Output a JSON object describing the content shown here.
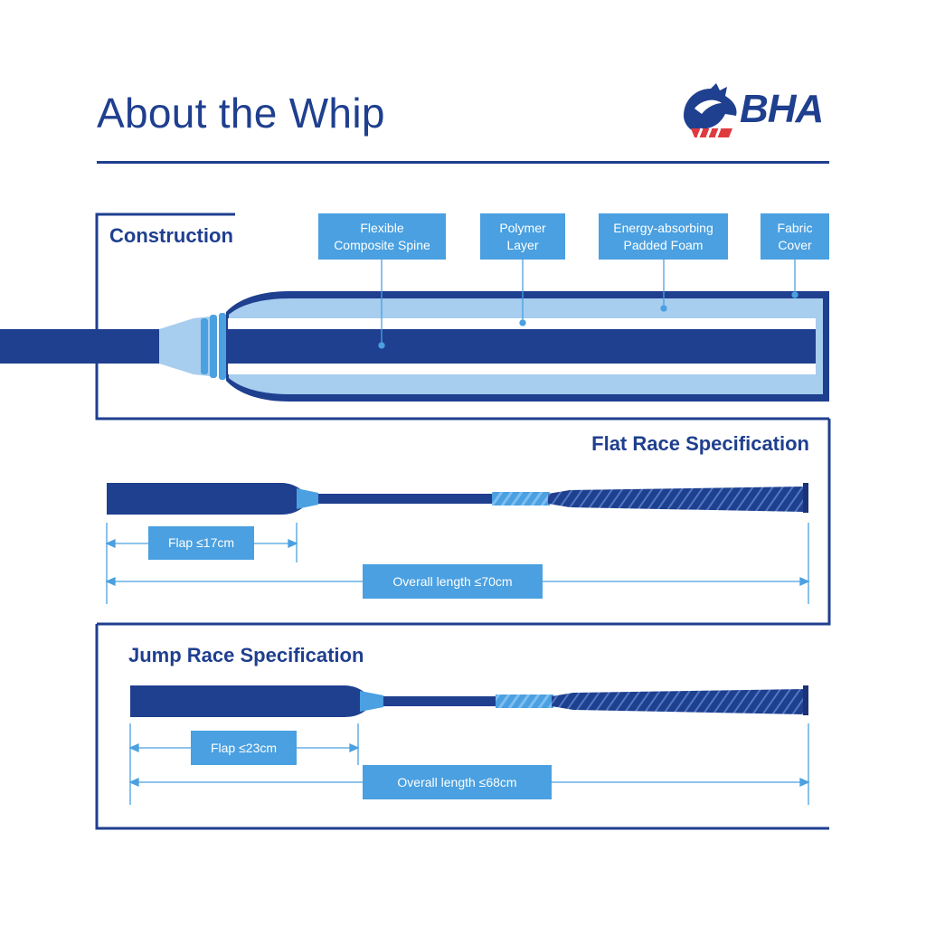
{
  "header": {
    "title": "About the Whip",
    "logo": {
      "text": "BHA",
      "icon": "horse-head-logo-icon"
    }
  },
  "construction": {
    "title": "Construction",
    "labels": [
      {
        "text": "Flexible\nComposite Spine"
      },
      {
        "text": "Polymer\nLayer"
      },
      {
        "text": "Energy-absorbing\nPadded Foam"
      },
      {
        "text": "Fabric\nCover"
      }
    ]
  },
  "flat_race": {
    "title": "Flat Race Specification",
    "flap_label": "Flap ≤17cm",
    "overall_label": "Overall length ≤70cm"
  },
  "jump_race": {
    "title": "Jump Race Specification",
    "flap_label": "Flap ≤23cm",
    "overall_label": "Overall length ≤68cm"
  },
  "colors": {
    "navy": "#1f3f8f",
    "dark_navy": "#1c3278",
    "accent_blue": "#4aa0e0",
    "light_blue": "#a7cdef",
    "logo_red": "#e03a3e"
  }
}
